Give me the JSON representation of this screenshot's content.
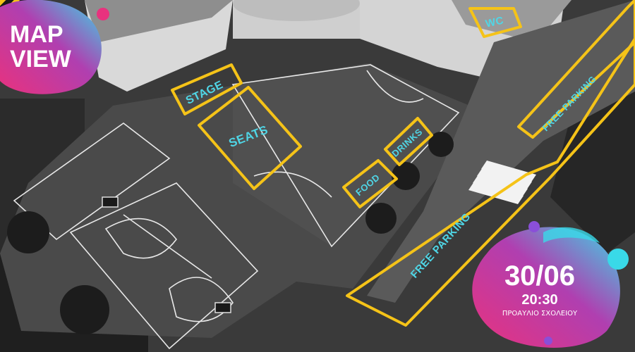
{
  "header": {
    "title_line1": "MAP",
    "title_line2": "VIEW"
  },
  "event": {
    "date": "30/06",
    "time": "20:30",
    "venue": "ΠΡΟΑΥΛΙΟ ΣΧΟΛΕΙΟΥ"
  },
  "zones": {
    "stage": "STAGE",
    "seats": "SEATS",
    "food": "FOOD",
    "drinks": "DRINKS",
    "wc": "WC",
    "parking_top": "FREE PARKING",
    "parking_bottom": "FREE PARKING"
  },
  "colors": {
    "zone_outline": "#f5c318",
    "zone_label": "#4fd6e6",
    "blob_pink": "#e8327e",
    "blob_cyan": "#39d9e8",
    "blob_purple": "#8a4fd8"
  }
}
